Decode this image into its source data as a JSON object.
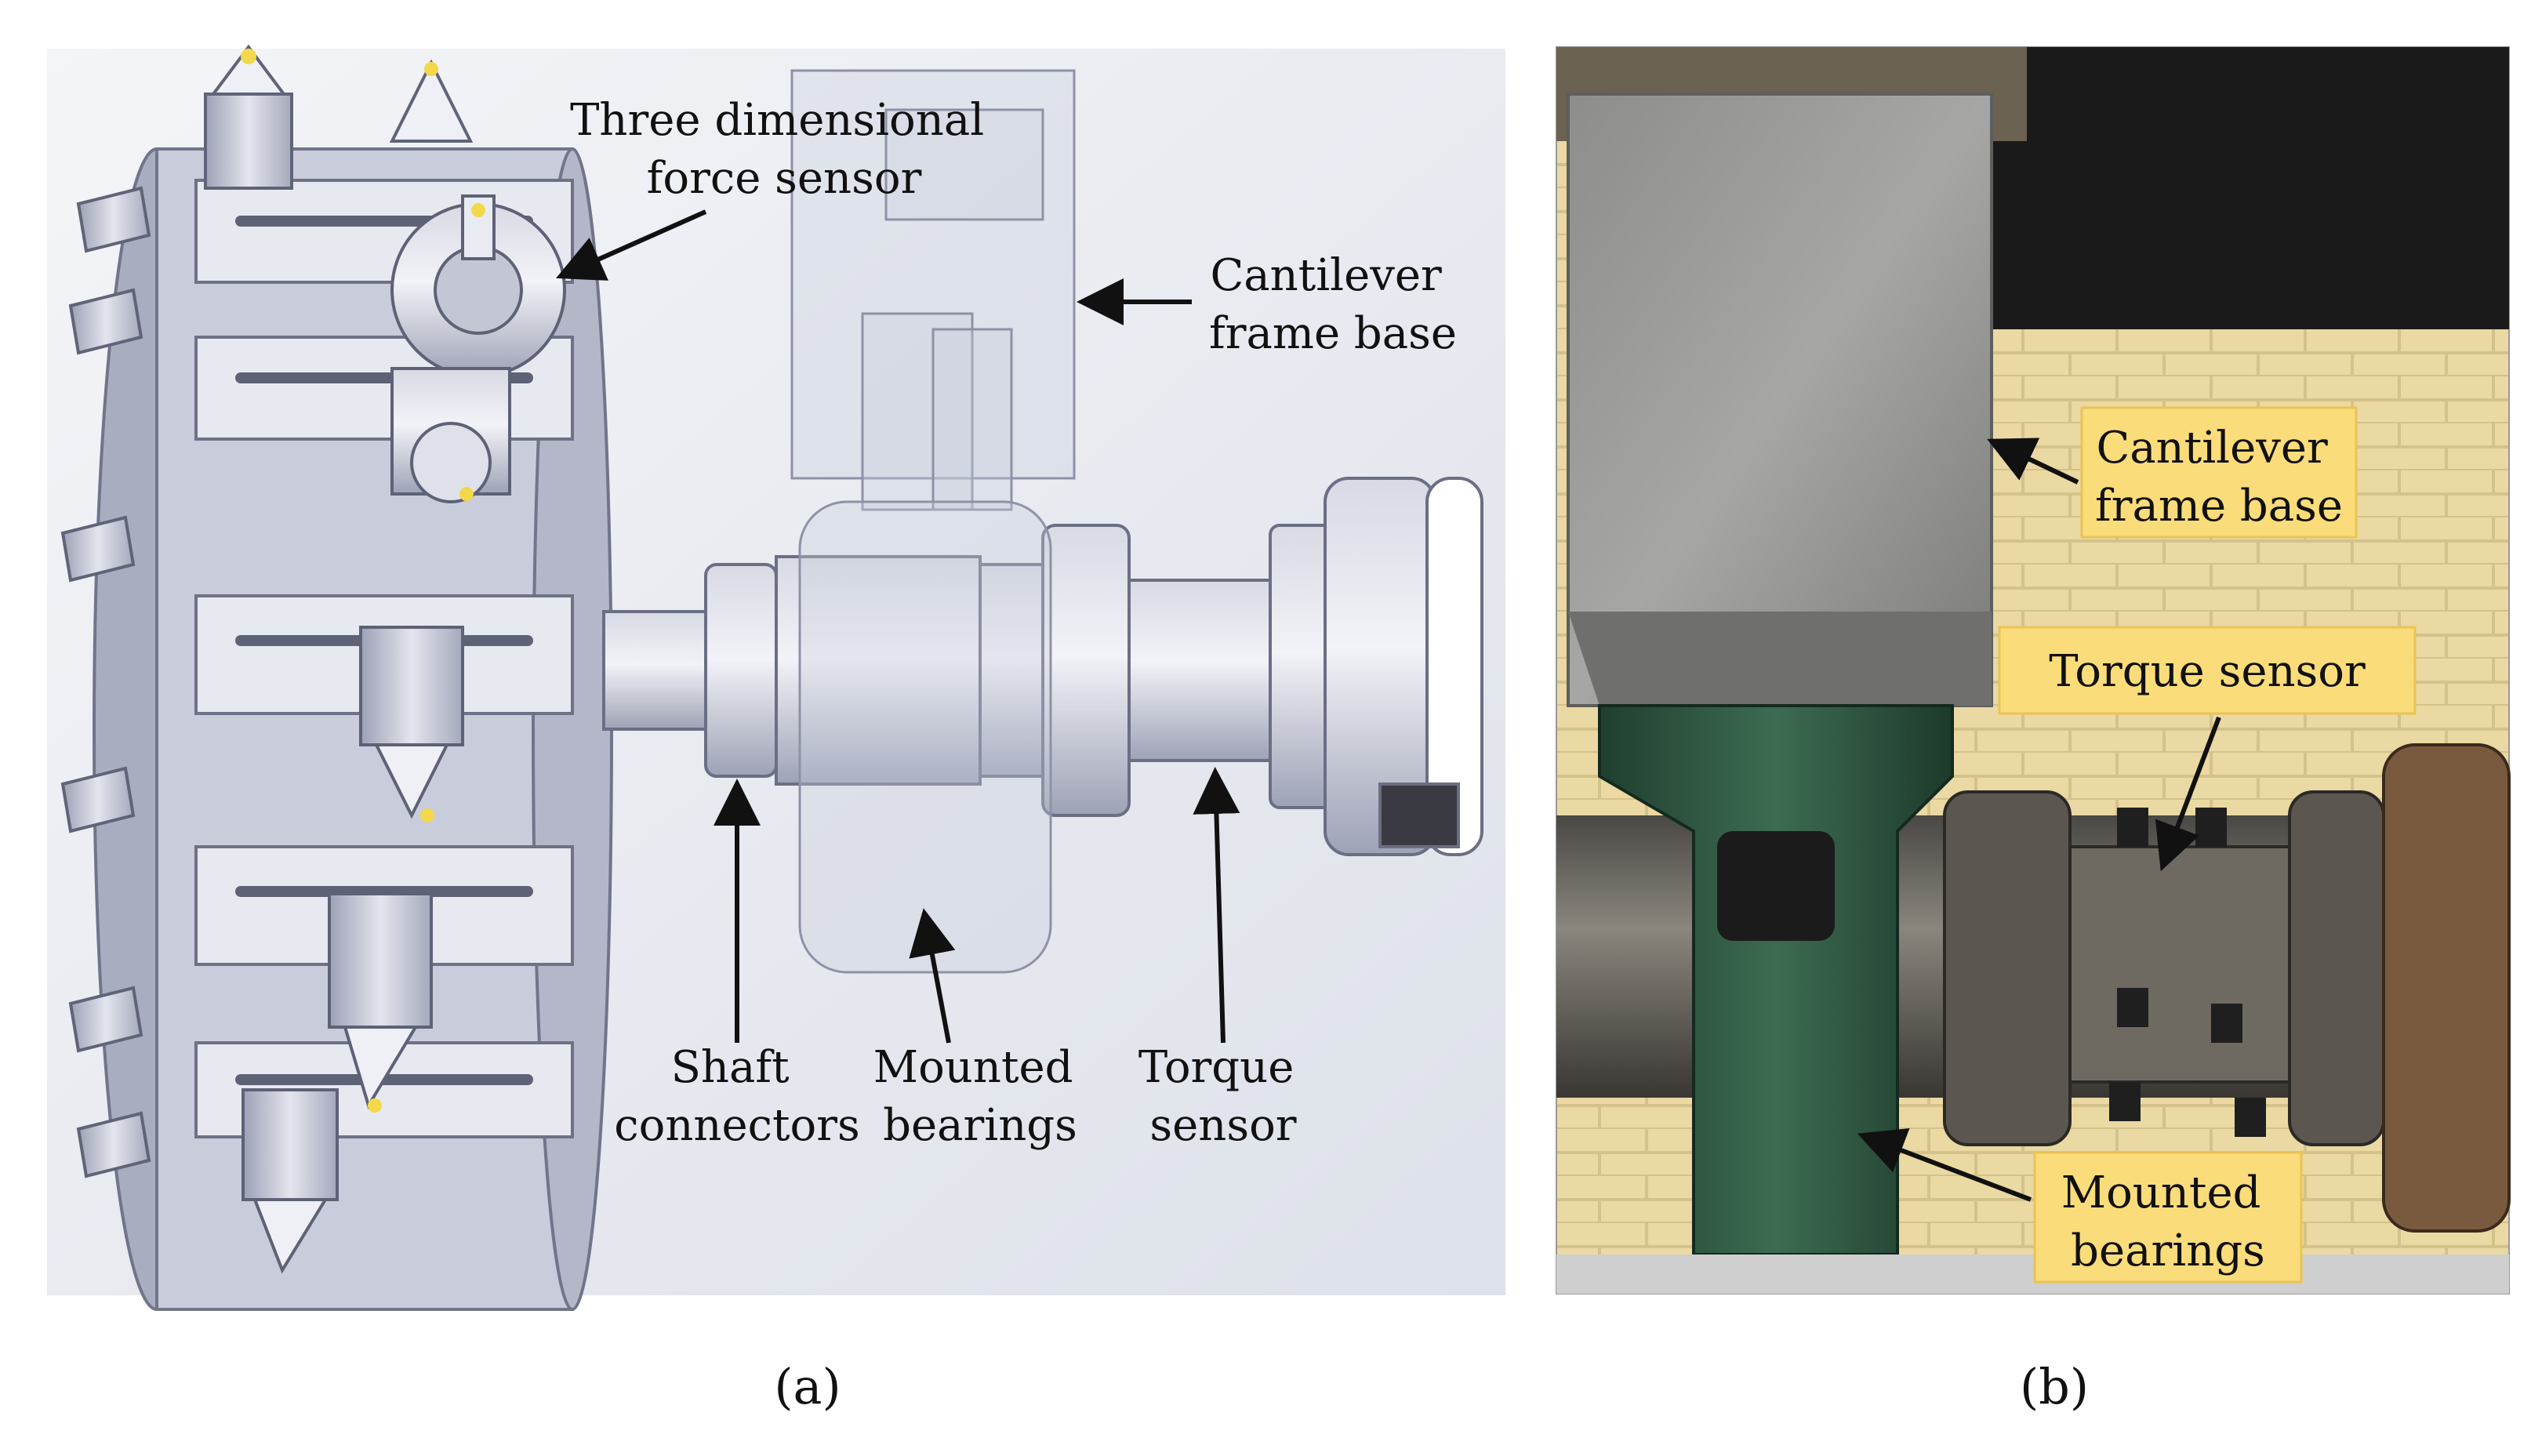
{
  "panel_a": {
    "labels": {
      "force_sensor": [
        "Three dimensional",
        "force sensor"
      ],
      "cantilever": [
        "Cantilever",
        "frame base"
      ],
      "shaft_connectors": [
        "Shaft",
        "connectors"
      ],
      "mounted_bearings": [
        "Mounted",
        "bearings"
      ],
      "torque_sensor": [
        "Torque",
        "sensor"
      ]
    },
    "caption": "(a)"
  },
  "panel_b": {
    "labels": {
      "cantilever": [
        "Cantilever",
        "frame base"
      ],
      "torque_sensor": "Torque sensor",
      "mounted_bearings": [
        "Mounted",
        "bearings"
      ]
    },
    "caption": "(b)"
  },
  "colors": {
    "label_box": "#fbdc7a",
    "cad_background": "#e9ecf2",
    "metal": "#b8bccb",
    "bearing_green": "#2f5a42",
    "brick": "#ead9a3"
  }
}
